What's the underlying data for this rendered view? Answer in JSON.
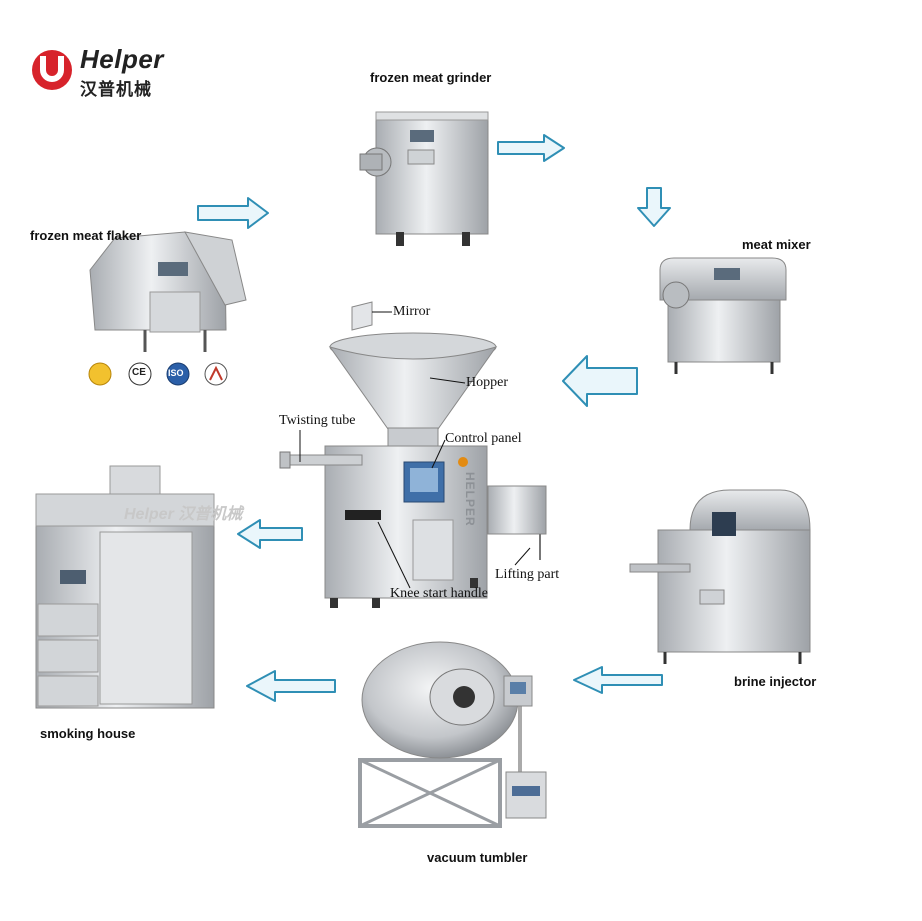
{
  "logo": {
    "brand_en": "Helper",
    "brand_cn": "汉普机械"
  },
  "machines": {
    "grinder": "frozen meat grinder",
    "flaker": "frozen meat flaker",
    "mixer": "meat mixer",
    "smoker": "smoking house",
    "injector": "brine injector",
    "tumbler": "vacuum tumbler"
  },
  "filler_parts": {
    "mirror": "Mirror",
    "hopper": "Hopper",
    "twisting_tube": "Twisting tube",
    "control_panel": "Control panel",
    "lifting_part": "Lifting part",
    "knee_handle": "Knee start handle"
  },
  "filler_brand": "HELPER",
  "smoker_plate": "Helper 汉普机械",
  "certifications": [
    "CE",
    "ISO"
  ],
  "colors": {
    "arrow_fill": "#eaf6fb",
    "arrow_stroke": "#2f8fb5",
    "logo_red": "#d7232b",
    "steel": "#c9ccd0"
  }
}
